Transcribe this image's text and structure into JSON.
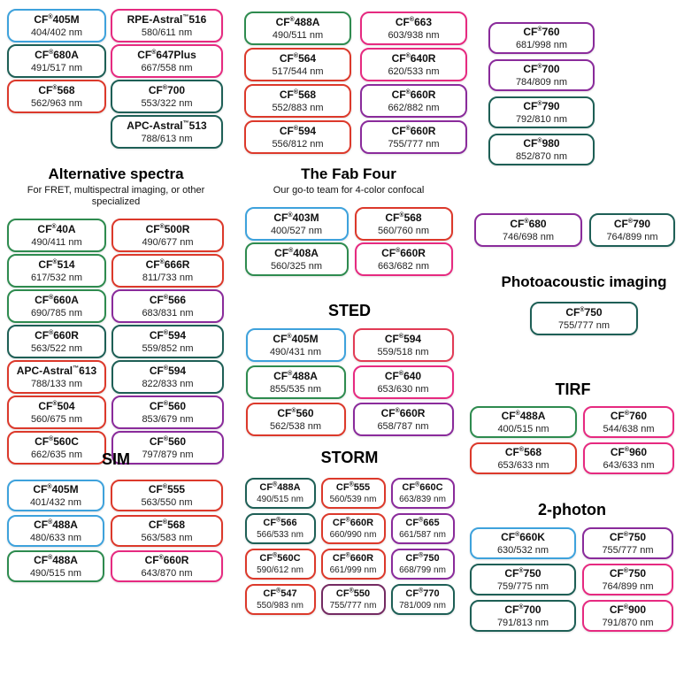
{
  "page": {
    "background": "#ffffff"
  },
  "palette": {
    "blue": "#3ea2dc",
    "green": "#2e8b4f",
    "teal": "#1e5f56",
    "red": "#dc392b",
    "pink": "#e62a80",
    "crimson": "#e23b55",
    "purple": "#8a2b9b",
    "dark_purple": "#742a62"
  },
  "sections": {
    "topleft": {
      "columns": [
        [
          {
            "name": "CF®405M",
            "ex_em": "404/402 nm",
            "color": "#3ea2dc"
          },
          {
            "name": "CF®680A",
            "ex_em": "491/517 nm",
            "color": "#1e5f56"
          },
          {
            "name": "CF®568",
            "ex_em": "562/963 nm",
            "color": "#dc392b"
          }
        ],
        [
          {
            "name": "RPE-Astral™516",
            "ex_em": "580/611 nm",
            "color": "#e62a80"
          },
          {
            "name": "CF®647Plus",
            "ex_em": "667/558 nm",
            "color": "#e62a80"
          },
          {
            "name": "CF®700",
            "ex_em": "553/322 nm",
            "color": "#1e5f56"
          },
          {
            "name": "APC-Astral™513",
            "ex_em": "788/613 nm",
            "color": "#1e5f56"
          }
        ]
      ]
    },
    "topmid": {
      "columns": [
        [
          {
            "name": "CF®488A",
            "ex_em": "490/511 nm",
            "color": "#2e8b4f"
          },
          {
            "name": "CF®564",
            "ex_em": "517/544 nm",
            "color": "#dc392b"
          },
          {
            "name": "CF®568",
            "ex_em": "552/883 nm",
            "color": "#dc392b"
          },
          {
            "name": "CF®594",
            "ex_em": "556/812 nm",
            "color": "#dc392b"
          }
        ],
        [
          {
            "name": "CF®663",
            "ex_em": "603/938 nm",
            "color": "#e62a80"
          },
          {
            "name": "CF®640R",
            "ex_em": "620/533 nm",
            "color": "#e62a80"
          },
          {
            "name": "CF®660R",
            "ex_em": "662/882 nm",
            "color": "#8a2b9b"
          },
          {
            "name": "CF®660R",
            "ex_em": "755/777 nm",
            "color": "#8a2b9b"
          }
        ]
      ]
    },
    "topright": {
      "columns": [
        [
          {
            "name": "CF®760",
            "ex_em": "681/998 nm",
            "color": "#8a2b9b"
          },
          {
            "name": "CF®700",
            "ex_em": "784/809 nm",
            "color": "#8a2b9b"
          },
          {
            "name": "CF®790",
            "ex_em": "792/810 nm",
            "color": "#1e5f56"
          },
          {
            "name": "CF®980",
            "ex_em": "852/870 nm",
            "color": "#1e5f56"
          }
        ]
      ]
    },
    "alt": {
      "title": "Alternative spectra",
      "subtitle": "For FRET, multispectral imaging, or other specialized",
      "columns": [
        [
          {
            "name": "CF®40A",
            "ex_em": "490/411 nm",
            "color": "#2e8b4f"
          },
          {
            "name": "CF®514",
            "ex_em": "617/532 nm",
            "color": "#2e8b4f"
          },
          {
            "name": "CF®660A",
            "ex_em": "690/785 nm",
            "color": "#2e8b4f"
          },
          {
            "name": "CF®660R",
            "ex_em": "563/522 nm",
            "color": "#1e5f56"
          },
          {
            "name": "APC-Astral™613",
            "ex_em": "788/133 nm",
            "color": "#dc392b"
          },
          {
            "name": "CF®504",
            "ex_em": "560/675 nm",
            "color": "#dc392b"
          },
          {
            "name": "CF®560C",
            "ex_em": "662/635 nm",
            "color": "#dc392b"
          }
        ],
        [
          {
            "name": "CF®500R",
            "ex_em": "490/677 nm",
            "color": "#dc392b"
          },
          {
            "name": "CF®666R",
            "ex_em": "811/733 nm",
            "color": "#dc392b"
          },
          {
            "name": "CF®566",
            "ex_em": "683/831 nm",
            "color": "#8a2b9b"
          },
          {
            "name": "CF®594",
            "ex_em": "559/852 nm",
            "color": "#1e5f56"
          },
          {
            "name": "CF®594",
            "ex_em": "822/833 nm",
            "color": "#1e5f56"
          },
          {
            "name": "CF®560",
            "ex_em": "853/679 nm",
            "color": "#8a2b9b"
          },
          {
            "name": "CF®560",
            "ex_em": "797/879 nm",
            "color": "#8a2b9b"
          }
        ]
      ]
    },
    "fab": {
      "title": "The Fab Four",
      "subtitle": "Our go-to team for 4-color confocal",
      "columns": [
        [
          {
            "name": "CF®403M",
            "ex_em": "400/527 nm",
            "color": "#3ea2dc"
          },
          {
            "name": "CF®408A",
            "ex_em": "560/325 nm",
            "color": "#2e8b4f"
          }
        ],
        [
          {
            "name": "CF®568",
            "ex_em": "560/760 nm",
            "color": "#dc392b"
          },
          {
            "name": "CF®660R",
            "ex_em": "663/682 nm",
            "color": "#e62a80"
          }
        ]
      ]
    },
    "midpills": {
      "columns": [
        [
          {
            "name": "CF®680",
            "ex_em": "746/698 nm",
            "color": "#8a2b9b"
          }
        ],
        [
          {
            "name": "CF®790",
            "ex_em": "764/899 nm",
            "color": "#1e5f56"
          }
        ]
      ]
    },
    "sted": {
      "title": "STED",
      "columns": [
        [
          {
            "name": "CF®405M",
            "ex_em": "490/431 nm",
            "color": "#3ea2dc"
          },
          {
            "name": "CF®488A",
            "ex_em": "855/535 nm",
            "color": "#2e8b4f"
          },
          {
            "name": "CF®560",
            "ex_em": "562/538 nm",
            "color": "#dc392b"
          }
        ],
        [
          {
            "name": "CF®594",
            "ex_em": "559/518 nm",
            "color": "#e23b55"
          },
          {
            "name": "CF®640",
            "ex_em": "653/630 nm",
            "color": "#e62a80"
          },
          {
            "name": "CF®660R",
            "ex_em": "658/787 nm",
            "color": "#8a2b9b"
          }
        ]
      ]
    },
    "pa": {
      "title": "Photoacoustic imaging",
      "columns": [
        [
          {
            "name": "CF®750",
            "ex_em": "755/777 nm",
            "color": "#1e5f56"
          }
        ]
      ]
    },
    "tirf": {
      "title": "TIRF",
      "columns": [
        [
          {
            "name": "CF®488A",
            "ex_em": "400/515 nm",
            "color": "#2e8b4f"
          },
          {
            "name": "CF®568",
            "ex_em": "653/633 nm",
            "color": "#dc392b"
          }
        ],
        [
          {
            "name": "CF®760",
            "ex_em": "544/638 nm",
            "color": "#e62a80"
          },
          {
            "name": "CF®960",
            "ex_em": "643/633 nm",
            "color": "#e62a80"
          }
        ]
      ]
    },
    "sim": {
      "title": "SIM",
      "columns": [
        [
          {
            "name": "CF®405M",
            "ex_em": "401/432 nm",
            "color": "#3ea2dc"
          },
          {
            "name": "CF®488A",
            "ex_em": "480/633 nm",
            "color": "#3ea2dc"
          },
          {
            "name": "CF®488A",
            "ex_em": "490/515 nm",
            "color": "#2e8b4f"
          }
        ],
        [
          {
            "name": "CF®555",
            "ex_em": "563/550 nm",
            "color": "#dc392b"
          },
          {
            "name": "CF®568",
            "ex_em": "563/583 nm",
            "color": "#dc392b"
          },
          {
            "name": "CF®660R",
            "ex_em": "643/870 nm",
            "color": "#e62a80"
          }
        ]
      ]
    },
    "storm": {
      "title": "STORM",
      "columns": [
        [
          {
            "name": "CF®488A",
            "ex_em": "490/515 nm",
            "color": "#1e5f56"
          },
          {
            "name": "CF®566",
            "ex_em": "566/533 nm",
            "color": "#1e5f56"
          },
          {
            "name": "CF®560C",
            "ex_em": "590/612 nm",
            "color": "#dc392b"
          },
          {
            "name": "CF®547",
            "ex_em": "550/983 nm",
            "color": "#dc392b"
          }
        ],
        [
          {
            "name": "CF®555",
            "ex_em": "560/539 nm",
            "color": "#dc392b"
          },
          {
            "name": "CF®660R",
            "ex_em": "660/990 nm",
            "color": "#dc392b"
          },
          {
            "name": "CF®660R",
            "ex_em": "661/999 nm",
            "color": "#dc392b"
          },
          {
            "name": "CF®550",
            "ex_em": "755/777 nm",
            "color": "#742a62"
          }
        ],
        [
          {
            "name": "CF®660C",
            "ex_em": "663/839 nm",
            "color": "#8a2b9b"
          },
          {
            "name": "CF®665",
            "ex_em": "661/587 nm",
            "color": "#8a2b9b"
          },
          {
            "name": "CF®750",
            "ex_em": "668/799 nm",
            "color": "#8a2b9b"
          },
          {
            "name": "CF®770",
            "ex_em": "781/009 nm",
            "color": "#1e5f56"
          }
        ]
      ]
    },
    "twophoton": {
      "title": "2-photon",
      "columns": [
        [
          {
            "name": "CF®660K",
            "ex_em": "630/532 nm",
            "color": "#3ea2dc"
          },
          {
            "name": "CF®750",
            "ex_em": "759/775 nm",
            "color": "#1e5f56"
          },
          {
            "name": "CF®700",
            "ex_em": "791/813 nm",
            "color": "#1e5f56"
          }
        ],
        [
          {
            "name": "CF®750",
            "ex_em": "755/777 nm",
            "color": "#8a2b9b"
          },
          {
            "name": "CF®750",
            "ex_em": "764/899 nm",
            "color": "#e62a80"
          },
          {
            "name": "CF®900",
            "ex_em": "791/870 nm",
            "color": "#e62a80"
          }
        ]
      ]
    }
  }
}
